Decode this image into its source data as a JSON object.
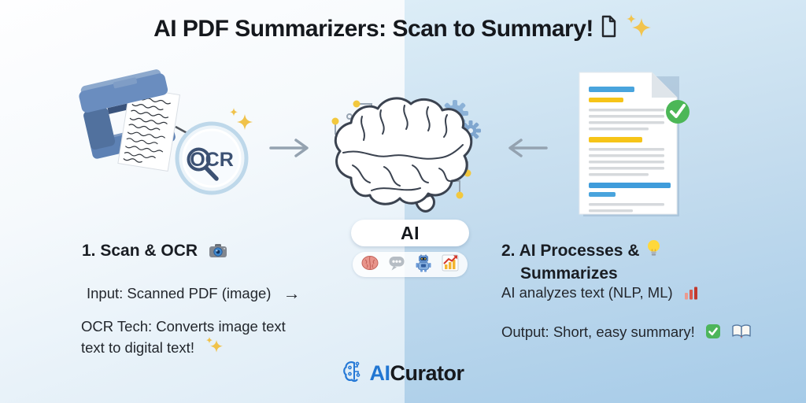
{
  "title": {
    "text": "AI PDF Summarizers: Scan to Summary!",
    "icons": [
      "document-page-icon",
      "sparkles-icon"
    ]
  },
  "flow": {
    "scanner_illustration": "blue-scanner-printing-handwritten-page",
    "ocr_label": "OCR",
    "arrows": [
      "right-arrow-to-brain",
      "left-arrow-to-brain"
    ],
    "brain_illustration": "brain-with-circuit-nodes-and-gears",
    "ai_chip_label": "AI",
    "ai_chip_icons": [
      "brain-icon",
      "speech-bubble-icon",
      "robot-icon",
      "chart-up-icon"
    ],
    "document_illustration": "summary-document-with-green-check"
  },
  "steps": {
    "step1": {
      "heading": "1. Scan & OCR",
      "heading_icon": "camera-icon",
      "line1": "Input: Scanned PDF (image)",
      "line1_arrow": "→",
      "line2a": "OCR Tech: Converts image text",
      "line2b": "text to digital text!",
      "line2_icon": "sparkles-icon"
    },
    "step2": {
      "heading_line1": "2. AI Processes &",
      "heading_icon": "lightbulb-icon",
      "heading_line2": "Summarizes",
      "line1": "AI analyzes text (NLP, ML)",
      "line1_icon": "bar-chart-icon",
      "line2": "Output: Short, easy summary!",
      "line2_icons": [
        "check-button-icon",
        "open-book-icon"
      ]
    }
  },
  "footer": {
    "logo_icon": "brain-circuit-icon",
    "logo_ai": "AI",
    "logo_curator": "Curator"
  },
  "colors": {
    "accent_blue": "#2176d2",
    "scanner_blue": "#5d81b4",
    "doc_line_blue": "#49a4dd",
    "doc_line_yellow": "#f6c418",
    "check_green": "#4cb757",
    "node_yellow": "#f2c83e",
    "sparkle_gold": "#f2c44d",
    "bg_left_top": "#fefeff",
    "bg_right_bottom": "#a6cbe8"
  }
}
